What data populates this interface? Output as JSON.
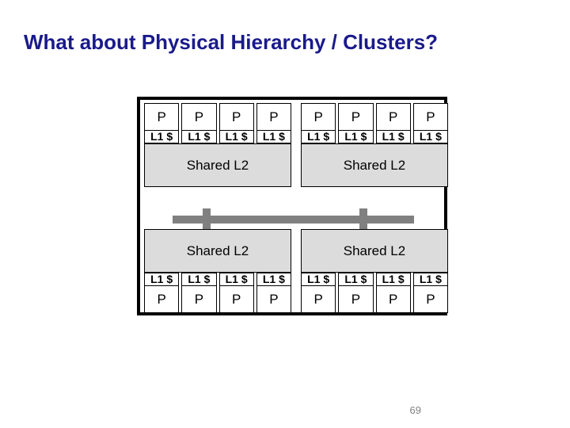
{
  "slide": {
    "title": "What about Physical Hierarchy / Clusters?",
    "title_color": "#1a1a8c",
    "page_number": "69"
  },
  "diagram": {
    "frame_color": "#000000",
    "l2_fill_color": "#dcdcdc",
    "bus_color": "#808080",
    "core_label": "P",
    "cache_label": "L1 $",
    "shared_label": "Shared L2",
    "clusters": [
      {
        "id": "top-left",
        "orientation": "cores-above-l2",
        "cores": [
          {
            "proc": "P",
            "cache": "L1 $"
          },
          {
            "proc": "P",
            "cache": "L1 $"
          },
          {
            "proc": "P",
            "cache": "L1 $"
          },
          {
            "proc": "P",
            "cache": "L1 $"
          }
        ],
        "shared_cache": "Shared L2"
      },
      {
        "id": "top-right",
        "orientation": "cores-above-l2",
        "cores": [
          {
            "proc": "P",
            "cache": "L1 $"
          },
          {
            "proc": "P",
            "cache": "L1 $"
          },
          {
            "proc": "P",
            "cache": "L1 $"
          },
          {
            "proc": "P",
            "cache": "L1 $"
          }
        ],
        "shared_cache": "Shared L2"
      },
      {
        "id": "bottom-left",
        "orientation": "l2-above-cores",
        "cores": [
          {
            "proc": "P",
            "cache": "L1 $"
          },
          {
            "proc": "P",
            "cache": "L1 $"
          },
          {
            "proc": "P",
            "cache": "L1 $"
          },
          {
            "proc": "P",
            "cache": "L1 $"
          }
        ],
        "shared_cache": "Shared L2"
      },
      {
        "id": "bottom-right",
        "orientation": "l2-above-cores",
        "cores": [
          {
            "proc": "P",
            "cache": "L1 $"
          },
          {
            "proc": "P",
            "cache": "L1 $"
          },
          {
            "proc": "P",
            "cache": "L1 $"
          },
          {
            "proc": "P",
            "cache": "L1 $"
          }
        ],
        "shared_cache": "Shared L2"
      }
    ]
  }
}
